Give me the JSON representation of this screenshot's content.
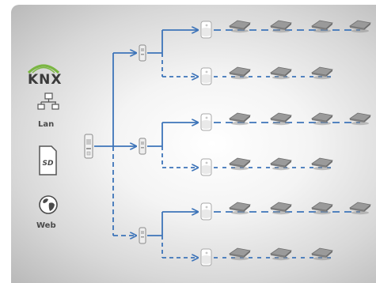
{
  "left_panel": {
    "brand": "KNX",
    "lan_label": "Lan",
    "sd_label": "SD",
    "web_label": "Web"
  },
  "colors": {
    "line": "#3d74b9",
    "knx_green": "#7ab642",
    "knx_text": "#3a3a3a",
    "text": "#4a4a4a"
  },
  "topology": {
    "groups": 3,
    "branches_per_group": 2,
    "solid_branch_lamps": 4,
    "dashed_branch_lamps": 3
  }
}
